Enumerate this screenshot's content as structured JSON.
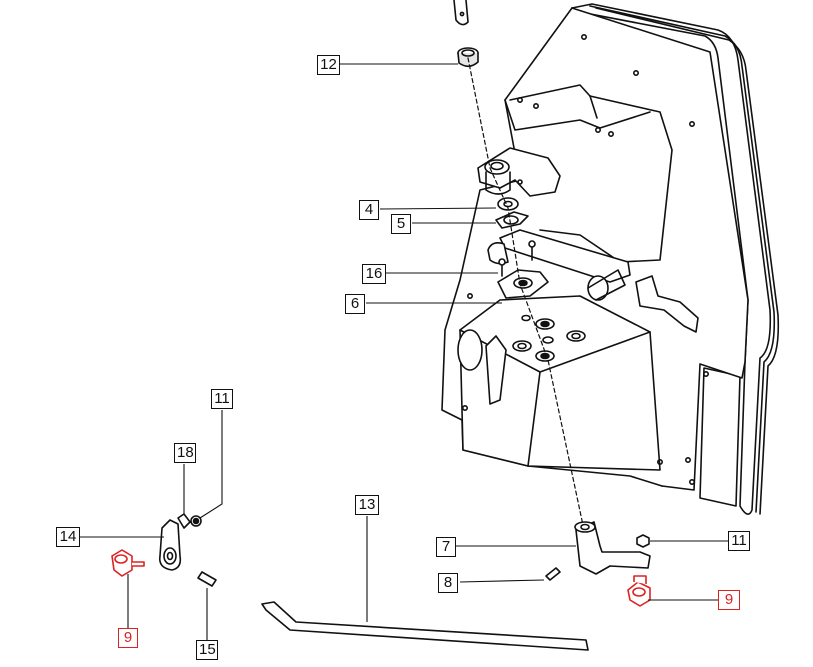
{
  "callouts": {
    "c12": "12",
    "c4": "4",
    "c5": "5",
    "c16": "16",
    "c6": "6",
    "c11a": "11",
    "c18": "18",
    "c14": "14",
    "c9a": "9",
    "c15": "15",
    "c13": "13",
    "c7": "7",
    "c8": "8",
    "c11b": "11",
    "c9b": "9"
  },
  "colors": {
    "line": "#111111",
    "highlight": "#dd2222",
    "fill": "#ffffff",
    "shade": "#e6e6e6"
  }
}
